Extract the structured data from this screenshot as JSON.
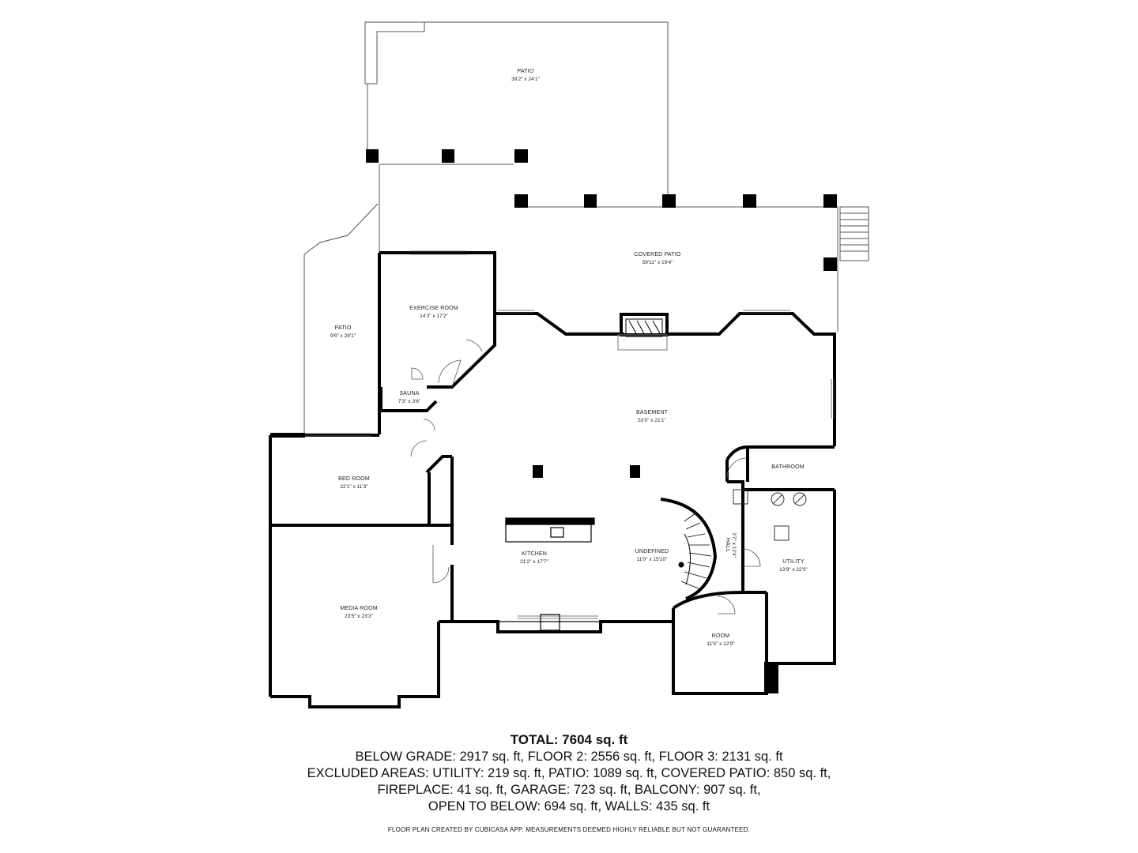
{
  "rooms": [
    {
      "key": "patio_top",
      "name": "PATIO",
      "dims": "39'2\" x 24'1\""
    },
    {
      "key": "covered_patio",
      "name": "COVERED PATIO",
      "dims": "59'11\" x 19'4\""
    },
    {
      "key": "patio_left",
      "name": "PATIO",
      "dims": "9'6\" x 28'1\""
    },
    {
      "key": "exercise_room",
      "name": "EXERCISE ROOM",
      "dims": "14'3\" x 17'2\""
    },
    {
      "key": "sauna",
      "name": "SAUNA",
      "dims": "7'3\" x 3'6\""
    },
    {
      "key": "basement",
      "name": "BASEMENT",
      "dims": "53'0\" x 21'1\""
    },
    {
      "key": "bathroom",
      "name": "BATHROOM",
      "dims": ""
    },
    {
      "key": "bed_room",
      "name": "BED ROOM",
      "dims": "22'1\" x 11'3\""
    },
    {
      "key": "kitchen",
      "name": "KITCHEN",
      "dims": "21'2\" x 17'7\""
    },
    {
      "key": "undefined",
      "name": "UNDEFINED",
      "dims": "11'0\" x 15'10\""
    },
    {
      "key": "hall",
      "name": "HALL",
      "dims": "3'7\" x 12'4\""
    },
    {
      "key": "utility",
      "name": "UTILITY",
      "dims": "13'9\" x 22'0\""
    },
    {
      "key": "media_room",
      "name": "MEDIA ROOM",
      "dims": "23'5\" x 23'3\""
    },
    {
      "key": "room",
      "name": "ROOM",
      "dims": "11'5\" x 12'9\""
    }
  ],
  "summary": {
    "total": "TOTAL: 7604 sq. ft",
    "line1": "BELOW GRADE: 2917 sq. ft, FLOOR 2: 2556 sq. ft, FLOOR 3: 2131 sq. ft",
    "line2": "EXCLUDED AREAS: UTILITY: 219 sq. ft, PATIO: 1089 sq. ft, COVERED PATIO: 850 sq. ft,",
    "line3": "FIREPLACE: 41 sq. ft, GARAGE: 723 sq. ft, BALCONY: 907 sq. ft,",
    "line4": "OPEN TO BELOW: 694 sq. ft, WALLS: 435 sq. ft"
  },
  "credit": "FLOOR PLAN CREATED BY CUBICASA APP. MEASUREMENTS DEEMED HIGHLY RELIABLE BUT NOT GUARANTEED.",
  "colors": {
    "wall": "#000000",
    "thin_line": "#555555",
    "background": "#ffffff"
  }
}
